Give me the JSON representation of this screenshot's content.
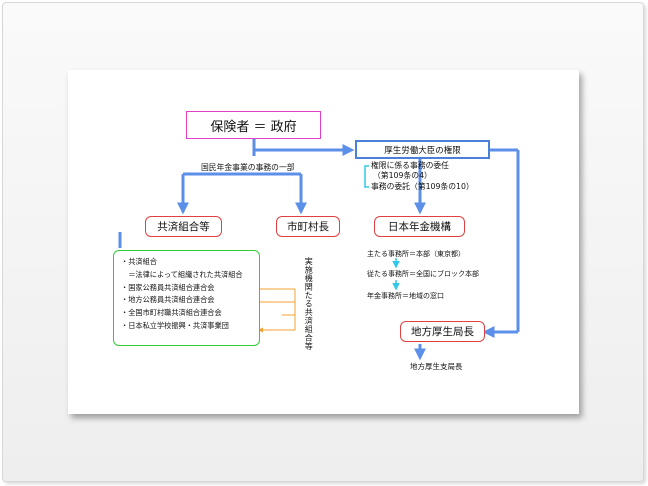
{
  "insurer": "保険者 ＝ 政府",
  "minister_authority": "厚生労働大臣の権限",
  "national_pension_part": "国民年金事業の事務の一部",
  "delegation_1a": "権限に係る事務の委任",
  "delegation_1b": "（第109条の4）",
  "delegation_2": "事務の委託（第109条の10）",
  "mutual_aid": "共済組合等",
  "municipal_head": "市町村長",
  "japan_pension_service": "日本年金機構",
  "main_office": "主たる事務所＝本部（東京都）",
  "sub_office": "従たる事務所＝全国にブロック本部",
  "pension_office": "年金事務所＝地域の窓口",
  "regional_bureau": "地方厚生局長",
  "regional_branch": "地方厚生支局長",
  "implementing_bodies": "実施機関たる共済組合等",
  "mutual_aid_list": [
    "・共済組合",
    "　＝法律によって組織された共済組合",
    "・国家公務員共済組合連合会",
    "・地方公務員共済組合連合会",
    "・全国市町村職共済組合連合会",
    "・日本私立学校振興・共済事業団"
  ],
  "colors": {
    "blue_arrow": "#5b8fe8",
    "orange_arrow": "#f0a030",
    "cyan_arrow": "#30c8e8",
    "red_border": "#e04040",
    "magenta_border": "#e040c8",
    "green_border": "#33cc33"
  }
}
